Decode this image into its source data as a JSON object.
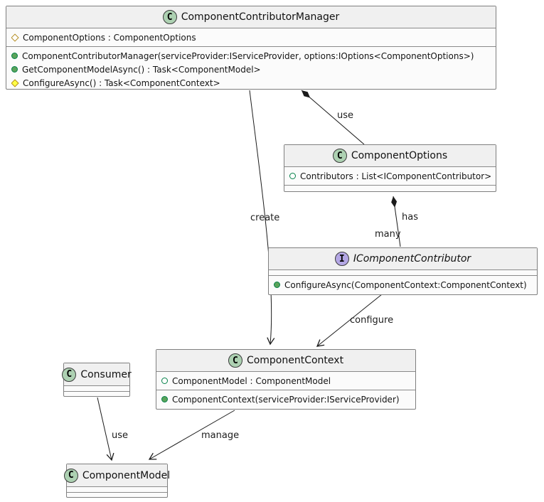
{
  "diagram": {
    "type": "uml-class-diagram",
    "background_color": "#FFFFFF",
    "colors": {
      "class_spot_fill": "#ADD1B2",
      "interface_spot_fill": "#B4A7E5",
      "header_fill": "#F0F0F0",
      "body_fill": "#FBFBFB",
      "box_border": "#7F7F7F",
      "edge_color": "#1B1B1B",
      "public_icon_green": "#038048",
      "protected_icon_gold": "#B38D22",
      "protected_icon_yellow_fill": "#FFFF44"
    }
  },
  "classes": [
    {
      "name": "ComponentContributorManager",
      "kind": "class",
      "spot_letter": "C",
      "fields": [
        {
          "icon": "protected-field-diamond-hollow",
          "text": "ComponentOptions : ComponentOptions"
        }
      ],
      "methods": [
        {
          "icon": "public-method-circle-filled",
          "text": "ComponentContributorManager(serviceProvider:IServiceProvider, options:IOptions<ComponentOptions>)"
        },
        {
          "icon": "public-method-circle-filled",
          "text": "GetComponentModelAsync() : Task<ComponentModel>"
        },
        {
          "icon": "protected-method-diamond-filled",
          "text": "ConfigureAsync() : Task<ComponentContext>"
        }
      ]
    },
    {
      "name": "ComponentOptions",
      "kind": "class",
      "spot_letter": "C",
      "fields": [
        {
          "icon": "public-field-circle-hollow",
          "text": "Contributors : List<IComponentContributor>"
        }
      ],
      "methods": []
    },
    {
      "name": "IComponentContributor",
      "kind": "interface",
      "spot_letter": "I",
      "fields": [],
      "methods": [
        {
          "icon": "public-method-circle-filled",
          "text": "ConfigureAsync(ComponentContext:ComponentContext)"
        }
      ]
    },
    {
      "name": "ComponentContext",
      "kind": "class",
      "spot_letter": "C",
      "fields": [
        {
          "icon": "public-field-circle-hollow",
          "text": "ComponentModel : ComponentModel"
        }
      ],
      "methods": [
        {
          "icon": "public-method-circle-filled",
          "text": "ComponentContext(serviceProvider:IServiceProvider)"
        }
      ]
    },
    {
      "name": "Consumer",
      "kind": "class",
      "spot_letter": "C",
      "fields": [],
      "methods": []
    },
    {
      "name": "ComponentModel",
      "kind": "class",
      "spot_letter": "C",
      "fields": [],
      "methods": []
    }
  ],
  "edges": [
    {
      "from": "ComponentContributorManager",
      "to": "ComponentOptions",
      "label": "use",
      "type": "composition-diamond-at-source"
    },
    {
      "from": "ComponentContributorManager",
      "to": "ComponentContext",
      "label": "create",
      "type": "open-arrow"
    },
    {
      "from": "ComponentOptions",
      "to": "IComponentContributor",
      "label": "has",
      "multiplicity": "many",
      "type": "composition-diamond-at-source"
    },
    {
      "from": "IComponentContributor",
      "to": "ComponentContext",
      "label": "configure",
      "type": "open-arrow"
    },
    {
      "from": "Consumer",
      "to": "ComponentModel",
      "label": "use",
      "type": "open-arrow"
    },
    {
      "from": "ComponentContext",
      "to": "ComponentModel",
      "label": "manage",
      "type": "open-arrow"
    }
  ]
}
